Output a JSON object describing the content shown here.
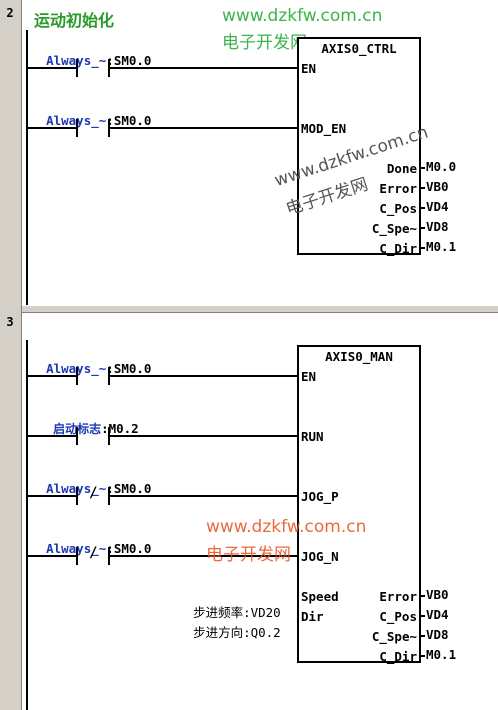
{
  "watermark": {
    "url": "www.dzkfw.com.cn",
    "cn": "电子开发网"
  },
  "network2": {
    "number": "2",
    "title": "运动初始化",
    "contact1": {
      "symbol": "Always_~",
      "address": "SM0.0"
    },
    "contact2": {
      "symbol": "Always_~",
      "address": "SM0.0"
    },
    "block": {
      "name": "AXIS0_CTRL",
      "inputs": [
        "EN",
        "MOD_EN"
      ],
      "outputs": [
        {
          "pin": "Done",
          "value": "M0.0"
        },
        {
          "pin": "Error",
          "value": "VB0"
        },
        {
          "pin": "C_Pos",
          "value": "VD4"
        },
        {
          "pin": "C_Spe~",
          "value": "VD8"
        },
        {
          "pin": "C_Dir",
          "value": "M0.1"
        }
      ]
    }
  },
  "network3": {
    "number": "3",
    "contacts": [
      {
        "symbol": "Always_~",
        "address": "SM0.0",
        "negated": false
      },
      {
        "symbol": "启动标志",
        "address": "M0.2",
        "negated": false
      },
      {
        "symbol": "Always_~",
        "address": "SM0.0",
        "negated": true
      },
      {
        "symbol": "Always_~",
        "address": "SM0.0",
        "negated": true
      }
    ],
    "block": {
      "name": "AXIS0_MAN",
      "inputs": [
        "EN",
        "RUN",
        "JOG_P",
        "JOG_N",
        "Speed",
        "Dir"
      ],
      "input_values": [
        {
          "symbol": "步进频率",
          "address": "VD20"
        },
        {
          "symbol": "步进方向",
          "address": "Q0.2"
        }
      ],
      "outputs": [
        {
          "pin": "Error",
          "value": "VB0"
        },
        {
          "pin": "C_Pos",
          "value": "VD4"
        },
        {
          "pin": "C_Spe~",
          "value": "VD8"
        },
        {
          "pin": "C_Dir",
          "value": "M0.1"
        }
      ]
    }
  }
}
